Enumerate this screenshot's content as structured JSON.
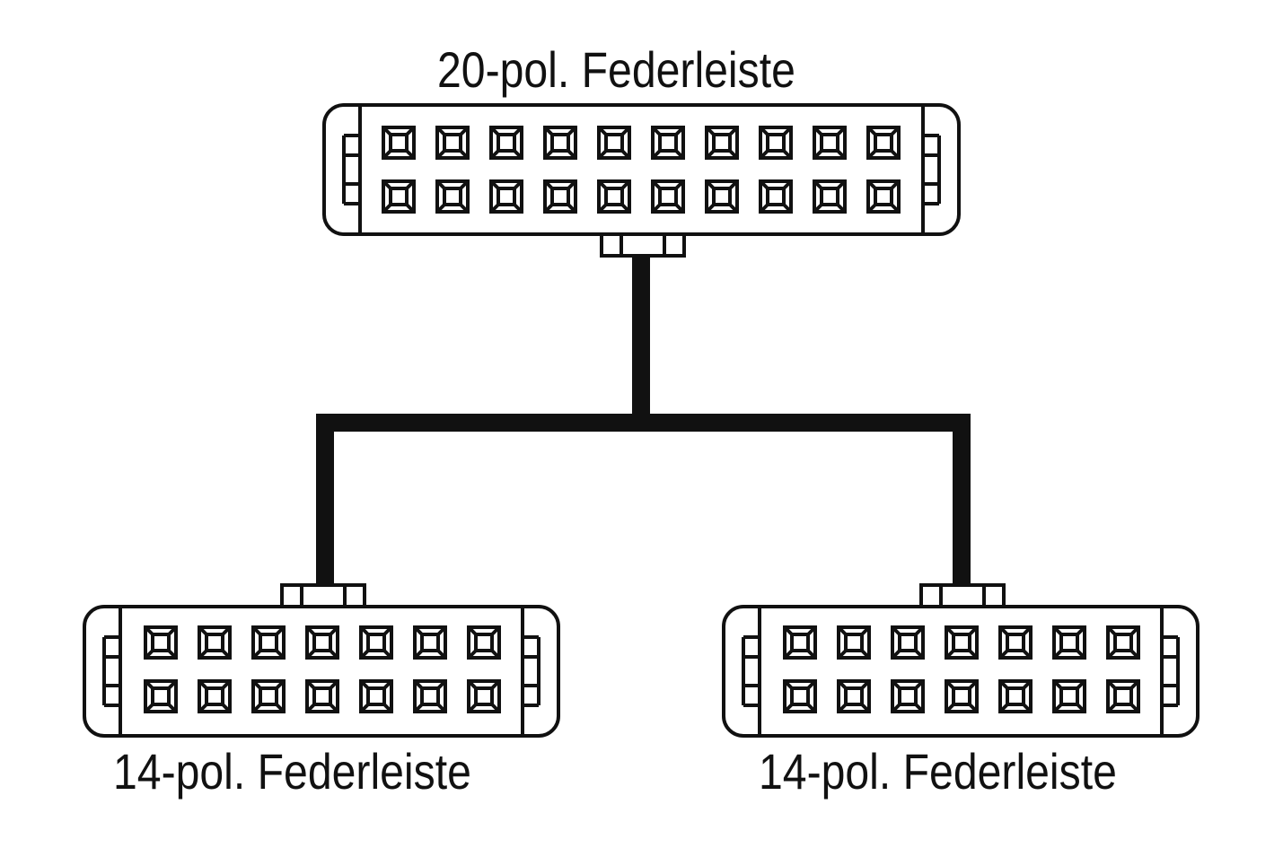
{
  "labels": {
    "top": "20-pol. Federleiste",
    "bottom_left": "14-pol. Federleiste",
    "bottom_right": "14-pol. Federleiste"
  },
  "connectors": {
    "top": {
      "poles": 20,
      "rows": 2,
      "cols": 10
    },
    "bottom_left": {
      "poles": 14,
      "rows": 2,
      "cols": 7
    },
    "bottom_right": {
      "poles": 14,
      "rows": 2,
      "cols": 7
    }
  },
  "colors": {
    "line": "#111111",
    "background": "#ffffff"
  }
}
